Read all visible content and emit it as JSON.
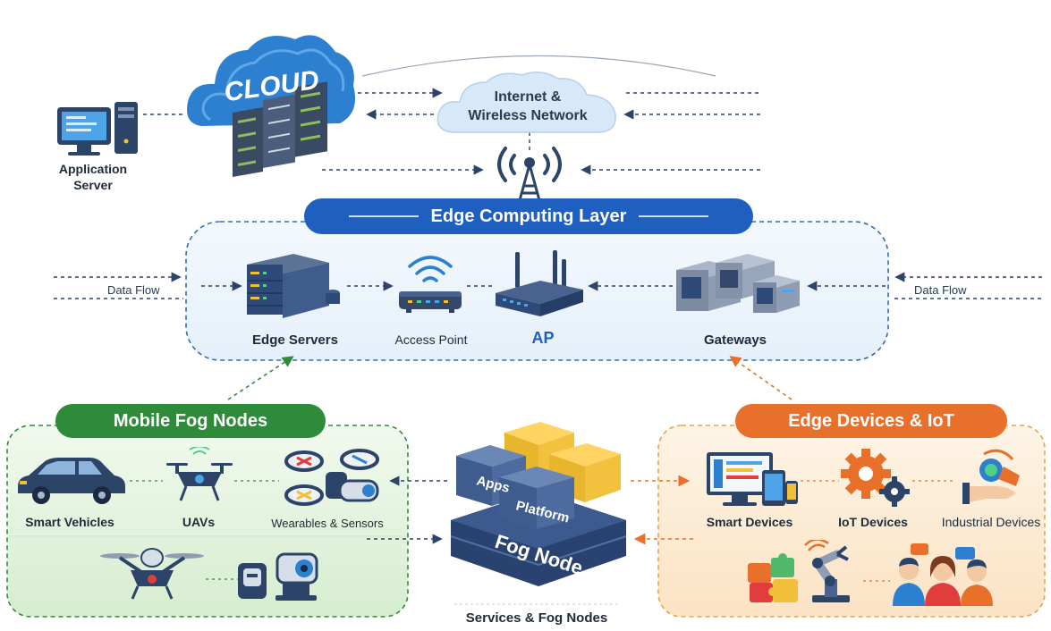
{
  "cloud": {
    "label": "CLOUD"
  },
  "application_server": {
    "line1": "Application",
    "line2": "Server"
  },
  "internet": {
    "line1": "Internet &",
    "line2": "Wireless Network"
  },
  "edge_layer": {
    "title": "Edge Computing Layer",
    "nodes": {
      "edge_servers": "Edge Servers",
      "access_point": "Access Point",
      "ap": "AP",
      "gateways": "Gateways"
    },
    "data_flow_left": "Data Flow",
    "data_flow_right": "Data Flow"
  },
  "mobile_fog": {
    "title": "Mobile Fog Nodes",
    "items": {
      "smart_vehicles": "Smart Vehicles",
      "uavs": "UAVs",
      "wearables": "Wearables & Sensors"
    }
  },
  "fog_node": {
    "apps": "Apps",
    "platform": "Platform",
    "title": "Fog Node",
    "caption": "Services & Fog Nodes"
  },
  "edge_devices": {
    "title": "Edge Devices & IoT",
    "items": {
      "smart_devices": "Smart Devices",
      "iot_devices": "IoT Devices",
      "industrial_devices": "Industrial Devices"
    }
  },
  "colors": {
    "edge_blue": "#1f5fbf",
    "mobile_green": "#2e8b3a",
    "iot_orange": "#e8702a",
    "fog_navy": "#2f4a78",
    "fog_gold": "#f2bf3a"
  }
}
